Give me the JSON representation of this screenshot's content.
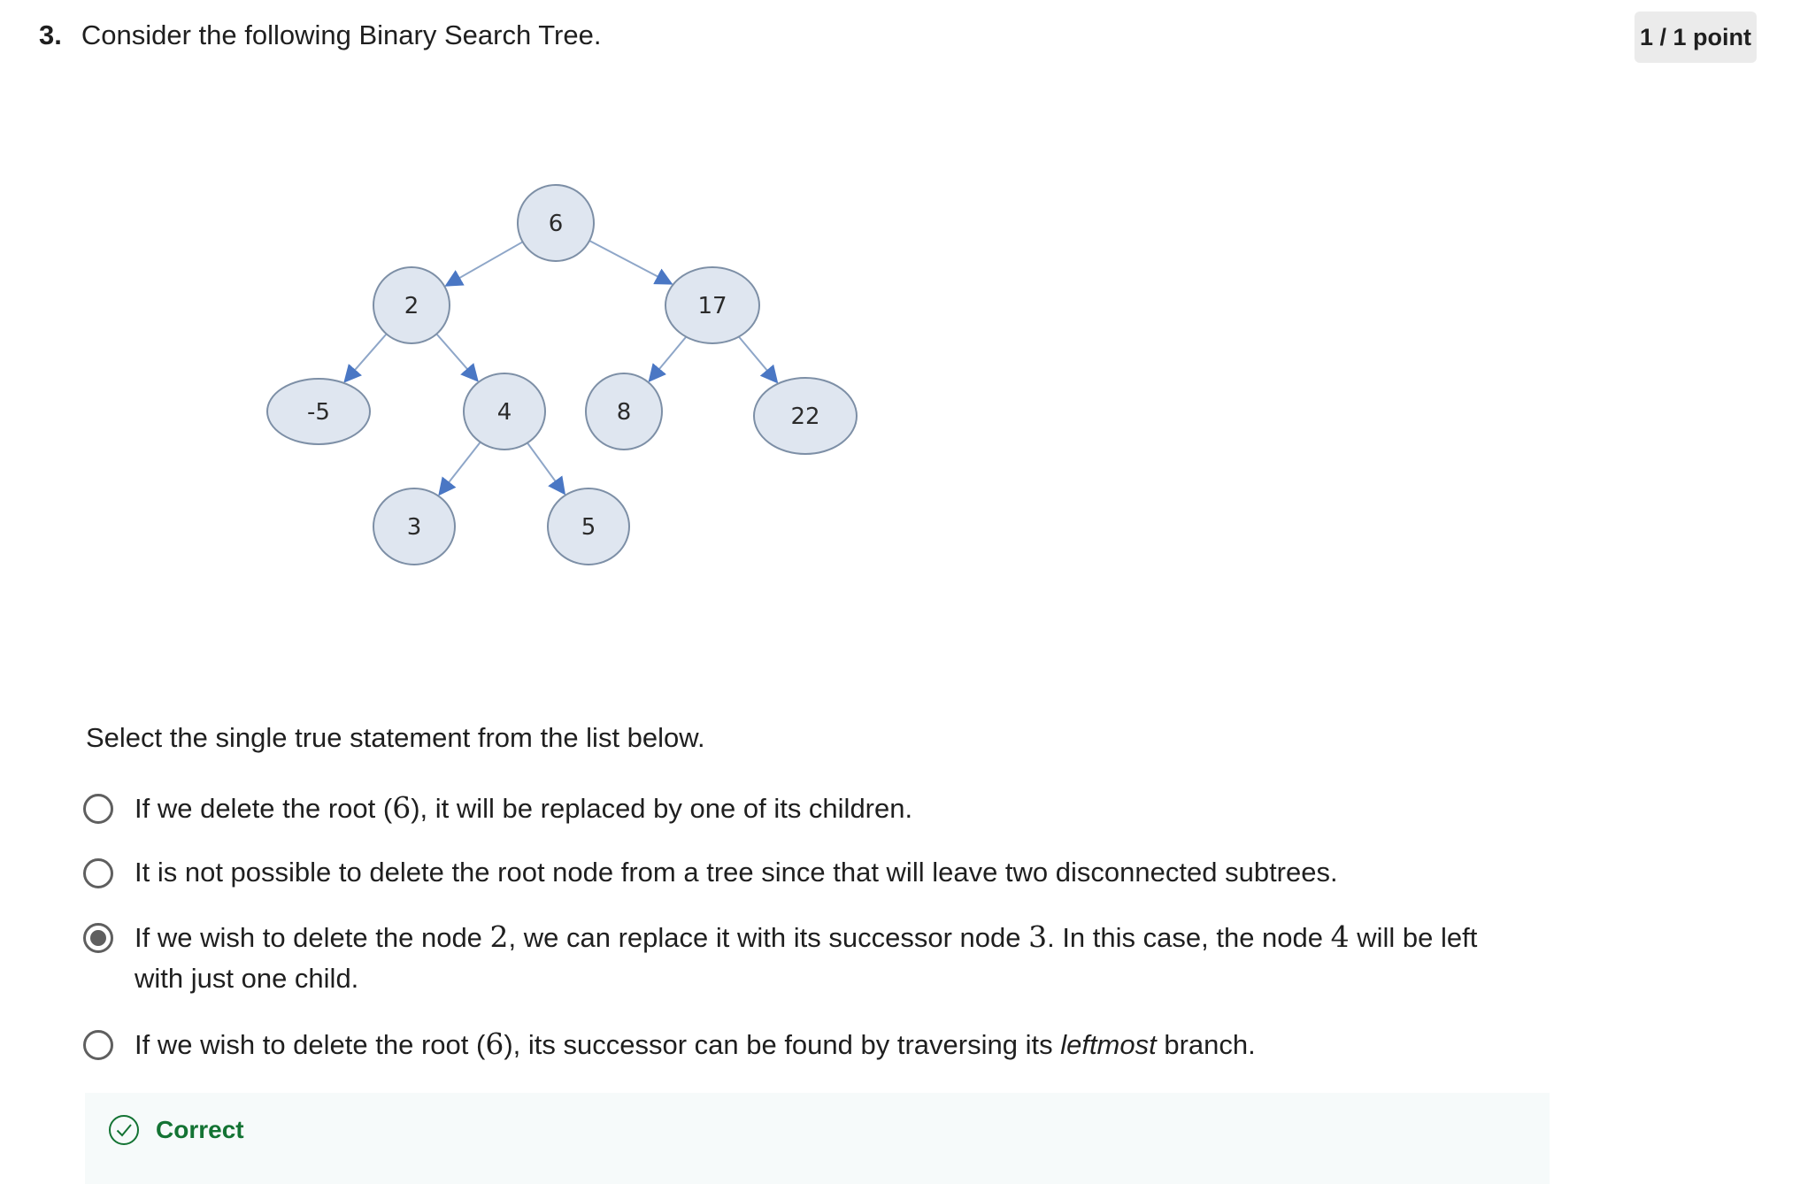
{
  "question": {
    "number": "3.",
    "prompt": "Consider the following Binary Search Tree.",
    "points": "1 / 1 point",
    "instruction": "Select the single true statement from the list below."
  },
  "tree": {
    "nodes": [
      {
        "id": "n6",
        "label": "6"
      },
      {
        "id": "n2",
        "label": "2"
      },
      {
        "id": "n17",
        "label": "17"
      },
      {
        "id": "nm5",
        "label": "-5"
      },
      {
        "id": "n4",
        "label": "4"
      },
      {
        "id": "n8",
        "label": "8"
      },
      {
        "id": "n22",
        "label": "22"
      },
      {
        "id": "n3",
        "label": "3"
      },
      {
        "id": "n5",
        "label": "5"
      }
    ],
    "edges": [
      [
        "n6",
        "n2"
      ],
      [
        "n6",
        "n17"
      ],
      [
        "n2",
        "nm5"
      ],
      [
        "n2",
        "n4"
      ],
      [
        "n17",
        "n8"
      ],
      [
        "n17",
        "n22"
      ],
      [
        "n4",
        "n3"
      ],
      [
        "n4",
        "n5"
      ]
    ],
    "node_fill": "#dfe6f0",
    "node_stroke": "#7d8fa6",
    "edge_color": "#8ea6c8",
    "arrow_color": "#4a77c4"
  },
  "options": [
    {
      "selected": false,
      "parts": [
        {
          "t": "text",
          "v": "If we delete the root ("
        },
        {
          "t": "math",
          "v": "6"
        },
        {
          "t": "text",
          "v": "), it will be replaced by one of its children."
        }
      ]
    },
    {
      "selected": false,
      "parts": [
        {
          "t": "text",
          "v": "It is not possible to delete the root node from a tree since that will leave two disconnected subtrees."
        }
      ]
    },
    {
      "selected": true,
      "parts": [
        {
          "t": "text",
          "v": "If we wish to delete the node "
        },
        {
          "t": "math",
          "v": "2"
        },
        {
          "t": "text",
          "v": ", we can replace it with its successor node "
        },
        {
          "t": "math",
          "v": "3"
        },
        {
          "t": "text",
          "v": ". In this case, the node "
        },
        {
          "t": "math",
          "v": "4"
        },
        {
          "t": "text",
          "v": " will be left with just one child."
        }
      ]
    },
    {
      "selected": false,
      "parts": [
        {
          "t": "text",
          "v": "If we wish to delete the root ("
        },
        {
          "t": "math",
          "v": "6"
        },
        {
          "t": "text",
          "v": "), its successor can be found by traversing its "
        },
        {
          "t": "em",
          "v": "leftmost"
        },
        {
          "t": "text",
          "v": " branch."
        }
      ]
    }
  ],
  "feedback": {
    "label": "Correct",
    "icon": "check-circle-icon",
    "color": "#137333",
    "background": "#f6fafa"
  }
}
